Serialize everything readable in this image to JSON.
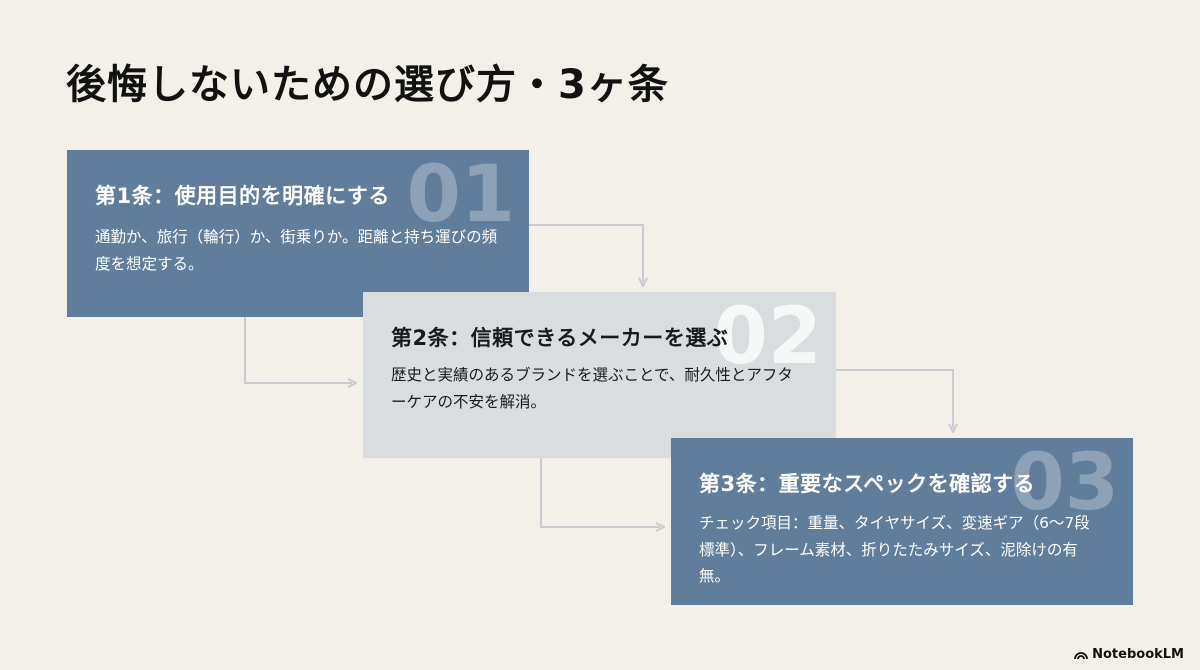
{
  "title": "後悔しないための選び方・3ヶ条",
  "steps": [
    {
      "number": "01",
      "heading": "第1条：使用目的を明確にする",
      "body": "通勤か、旅行（輪行）か、街乗りか。距離と持ち運びの頻度を想定する。"
    },
    {
      "number": "02",
      "heading": "第2条：信頼できるメーカーを選ぶ",
      "body": "歴史と実績のあるブランドを選ぶことで、耐久性とアフターケアの不安を解消。"
    },
    {
      "number": "03",
      "heading": "第3条：重要なスペックを確認する",
      "body": "チェック項目：重量、タイヤサイズ、変速ギア（6〜7段標準）、フレーム素材、折りたたみサイズ、泥除けの有無。"
    }
  ],
  "colors": {
    "background": "#f2f0e8",
    "box_dark": "#617d9c",
    "box_light": "#d9dde0",
    "arrow": "#c8ccd0"
  },
  "brand": {
    "label": "NotebookLM",
    "icon": "notebooklm-icon"
  }
}
